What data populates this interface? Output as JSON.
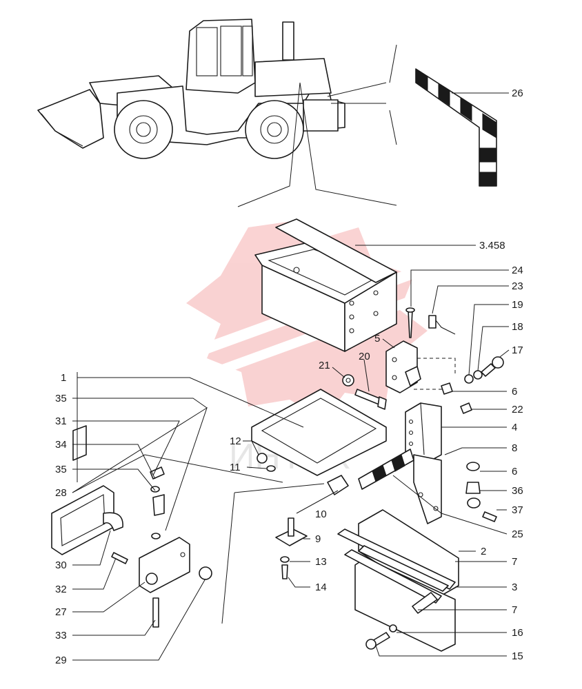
{
  "watermark": {
    "text": "ИНТЕХ",
    "color": "#f08080"
  },
  "colors": {
    "line": "#1a1a1a",
    "background": "#ffffff",
    "watermark": "#f08080"
  },
  "callouts": [
    {
      "id": "c26",
      "label": "26"
    },
    {
      "id": "c3458",
      "label": "3.458"
    },
    {
      "id": "c24",
      "label": "24"
    },
    {
      "id": "c23",
      "label": "23"
    },
    {
      "id": "c19",
      "label": "19"
    },
    {
      "id": "c18",
      "label": "18"
    },
    {
      "id": "c17",
      "label": "17"
    },
    {
      "id": "c5",
      "label": "5"
    },
    {
      "id": "c20",
      "label": "20"
    },
    {
      "id": "c21",
      "label": "21"
    },
    {
      "id": "c6a",
      "label": "6"
    },
    {
      "id": "c22",
      "label": "22"
    },
    {
      "id": "c4",
      "label": "4"
    },
    {
      "id": "c8",
      "label": "8"
    },
    {
      "id": "c6b",
      "label": "6"
    },
    {
      "id": "c36",
      "label": "36"
    },
    {
      "id": "c37",
      "label": "37"
    },
    {
      "id": "c25",
      "label": "25"
    },
    {
      "id": "c2",
      "label": "2"
    },
    {
      "id": "c7a",
      "label": "7"
    },
    {
      "id": "c3",
      "label": "3"
    },
    {
      "id": "c7b",
      "label": "7"
    },
    {
      "id": "c16",
      "label": "16"
    },
    {
      "id": "c15",
      "label": "15"
    },
    {
      "id": "c1",
      "label": "1"
    },
    {
      "id": "c35a",
      "label": "35"
    },
    {
      "id": "c31",
      "label": "31"
    },
    {
      "id": "c34",
      "label": "34"
    },
    {
      "id": "c35b",
      "label": "35"
    },
    {
      "id": "c28",
      "label": "28"
    },
    {
      "id": "c30",
      "label": "30"
    },
    {
      "id": "c32",
      "label": "32"
    },
    {
      "id": "c27",
      "label": "27"
    },
    {
      "id": "c33",
      "label": "33"
    },
    {
      "id": "c29",
      "label": "29"
    },
    {
      "id": "c12",
      "label": "12"
    },
    {
      "id": "c11",
      "label": "11"
    },
    {
      "id": "c10",
      "label": "10"
    },
    {
      "id": "c9",
      "label": "9"
    },
    {
      "id": "c13",
      "label": "13"
    },
    {
      "id": "c14",
      "label": "14"
    }
  ]
}
